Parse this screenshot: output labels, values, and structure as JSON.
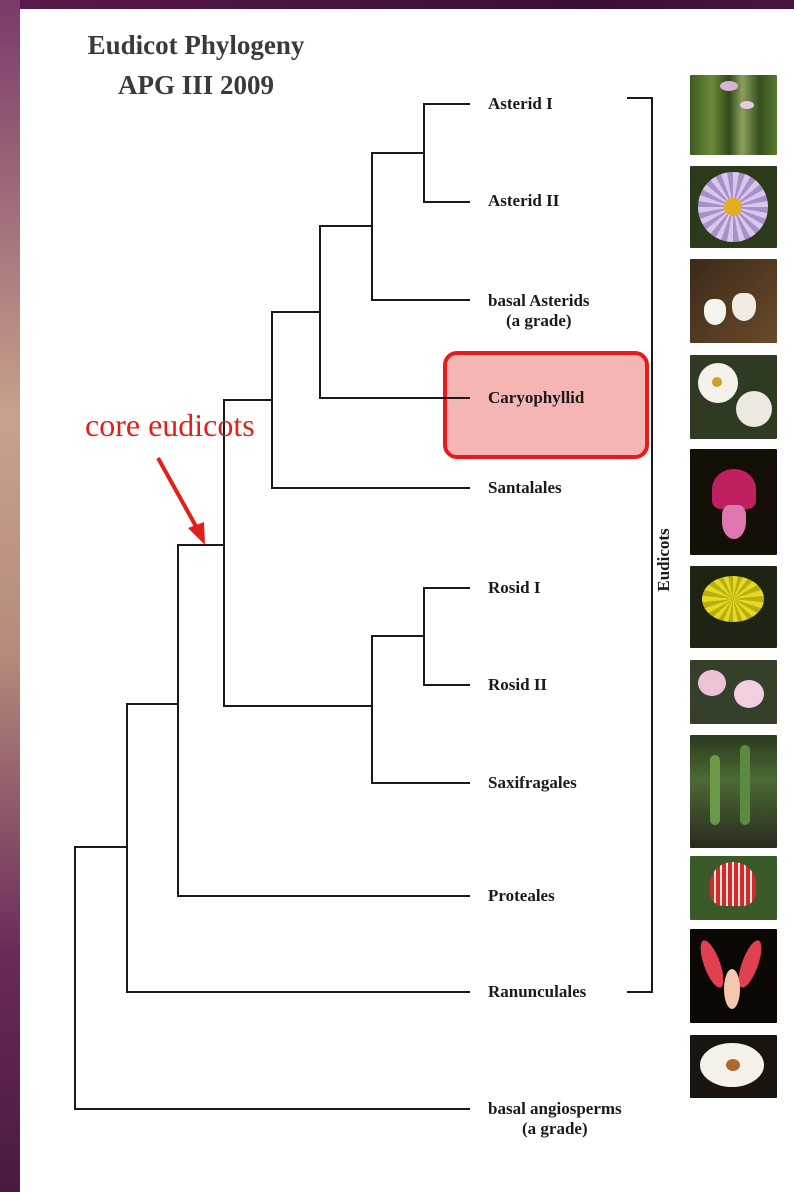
{
  "title": {
    "line1": "Eudicot Phylogeny",
    "line2": "APG III 2009"
  },
  "leaves": {
    "asterid1": "Asterid I",
    "asterid2": "Asterid II",
    "basal_asterids": "basal Asterids",
    "basal_asterids_sub": "(a grade)",
    "caryophyllid": "Caryophyllid",
    "santalales": "Santalales",
    "rosid1": "Rosid I",
    "rosid2": "Rosid II",
    "saxifragales": "Saxifragales",
    "proteales": "Proteales",
    "ranunculales": "Ranunculales",
    "basal_angiosperms": "basal angiosperms",
    "basal_angiosperms_sub": "(a grade)"
  },
  "annotation": {
    "label": "core eudicots",
    "color": "#e0201a"
  },
  "bracket_label": "Eudicots",
  "highlight_color": "#e81b1b",
  "photos": [
    "grass-flower-photo",
    "aster-daisy-photo",
    "white-bell-flower-photo",
    "white-rose-flower-photo",
    "fuchsia-flower-photo",
    "yellow-succulent-flower-photo",
    "pink-blossom-photo",
    "green-shrub-photo",
    "red-protea-photo",
    "red-columbine-photo",
    "white-magnolia-photo"
  ]
}
